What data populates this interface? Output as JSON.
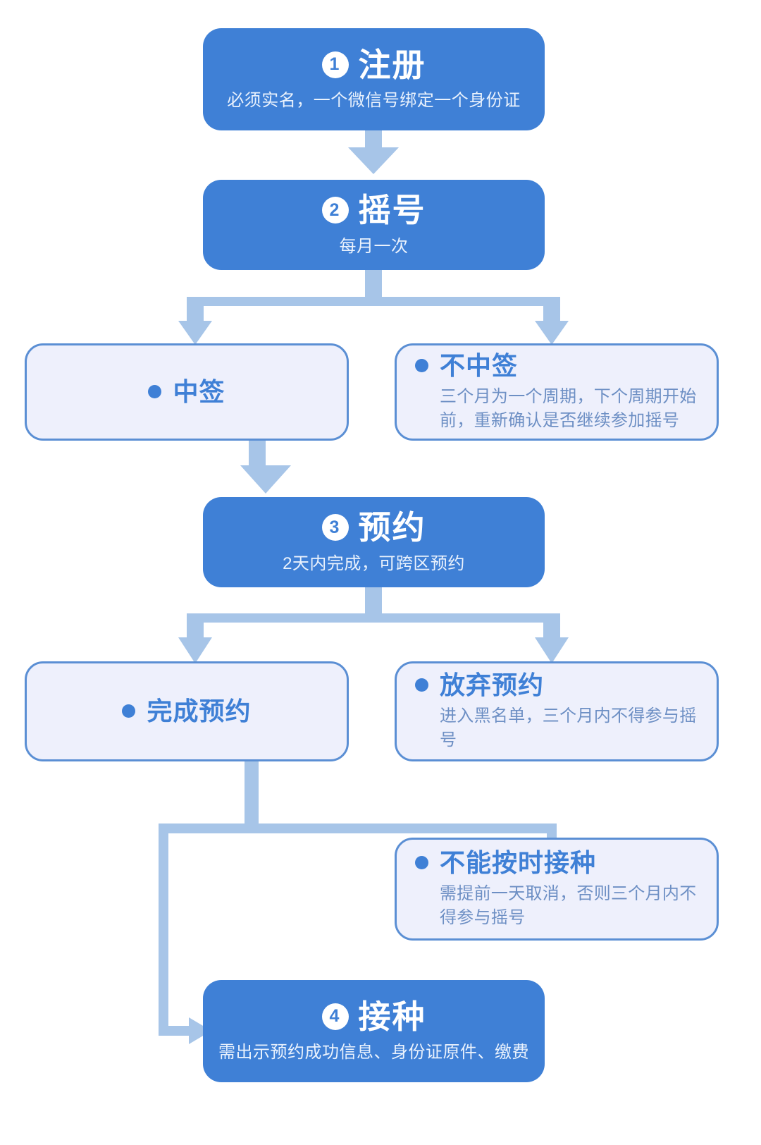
{
  "diagram": {
    "palette": {
      "primary_blue": "#3f80d6",
      "pale_box_fill": "#eef0fc",
      "pale_box_border": "#5b8fd4",
      "connector_blue": "#a7c5e8",
      "body_text_blue": "#6d8fc4",
      "white": "#ffffff"
    },
    "steps": [
      {
        "number": "1",
        "title": "注册",
        "subtitle": "必须实名，一个微信号绑定一个身份证"
      },
      {
        "number": "2",
        "title": "摇号",
        "subtitle": "每月一次"
      },
      {
        "number": "3",
        "title": "预约",
        "subtitle": "2天内完成，可跨区预约"
      },
      {
        "number": "4",
        "title": "接种",
        "subtitle": "需出示预约成功信息、身份证原件、缴费"
      }
    ],
    "outcomes": [
      {
        "id": "win-lottery",
        "title": "中签",
        "body": ""
      },
      {
        "id": "lose-lottery",
        "title": "不中签",
        "body": "三个月为一个周期，下个周期开始前，重新确认是否继续参加摇号"
      },
      {
        "id": "booking-complete",
        "title": "完成预约",
        "body": ""
      },
      {
        "id": "booking-abandon",
        "title": "放弃预约",
        "body": "进入黑名单，三个月内不得参与摇号"
      },
      {
        "id": "miss-appointment",
        "title": "不能按时接种",
        "body": "需提前一天取消，否则三个月内不得参与摇号"
      }
    ]
  }
}
